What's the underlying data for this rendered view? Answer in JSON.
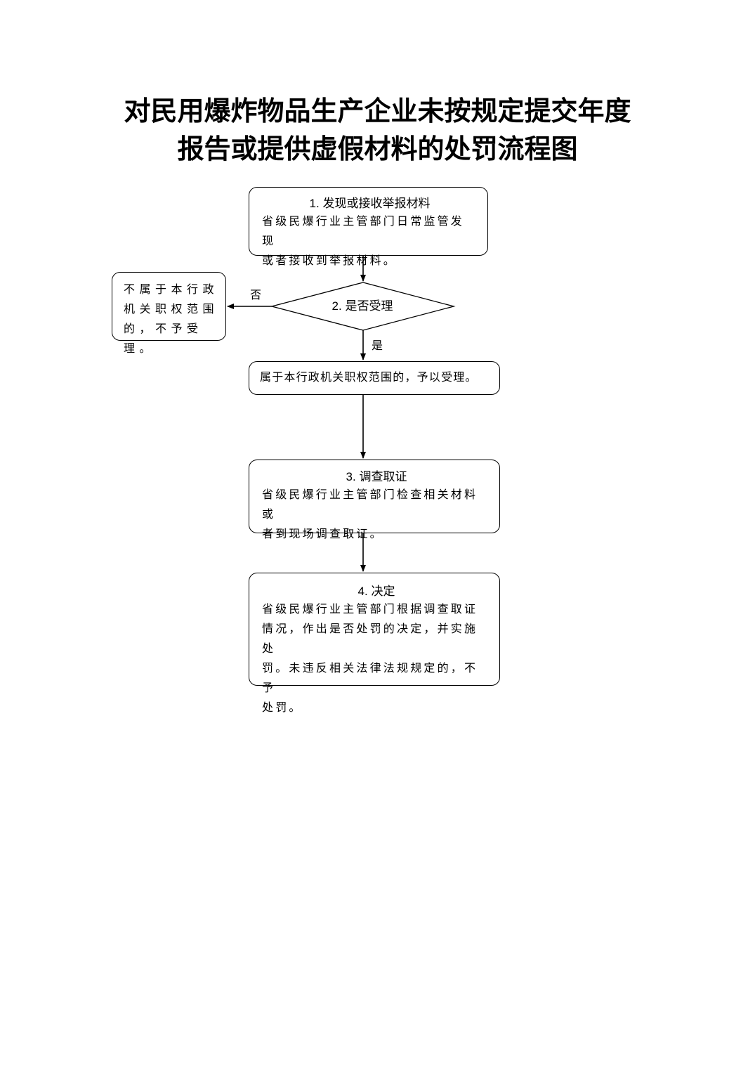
{
  "title": {
    "line1": "对民用爆炸物品生产企业未按规定提交年度",
    "line2": "报告或提供虚假材料的处罚流程图"
  },
  "steps": {
    "discover": {
      "heading": "1. 发现或接收举报材料",
      "line1": "省级民爆行业主管部门日常监管发现",
      "line2": "或者接收到举报材料。"
    },
    "decision": {
      "label": "2. 是否受理",
      "no_label": "否",
      "yes_label": "是"
    },
    "reject": {
      "line1": "不属于本行政",
      "line2": "机关职权范围",
      "line3": "的，不予受理。"
    },
    "accept": {
      "text": "属于本行政机关职权范围的，予以受理。"
    },
    "investigate": {
      "heading": "3. 调查取证",
      "line1": "省级民爆行业主管部门检查相关材料或",
      "line2": "者到现场调查取证。"
    },
    "decide": {
      "heading": "4. 决定",
      "line1": "省级民爆行业主管部门根据调查取证",
      "line2": "情况，作出是否处罚的决定，并实施处",
      "line3": "罚。未违反相关法律法规规定的，不予",
      "line4": "处罚。"
    }
  }
}
